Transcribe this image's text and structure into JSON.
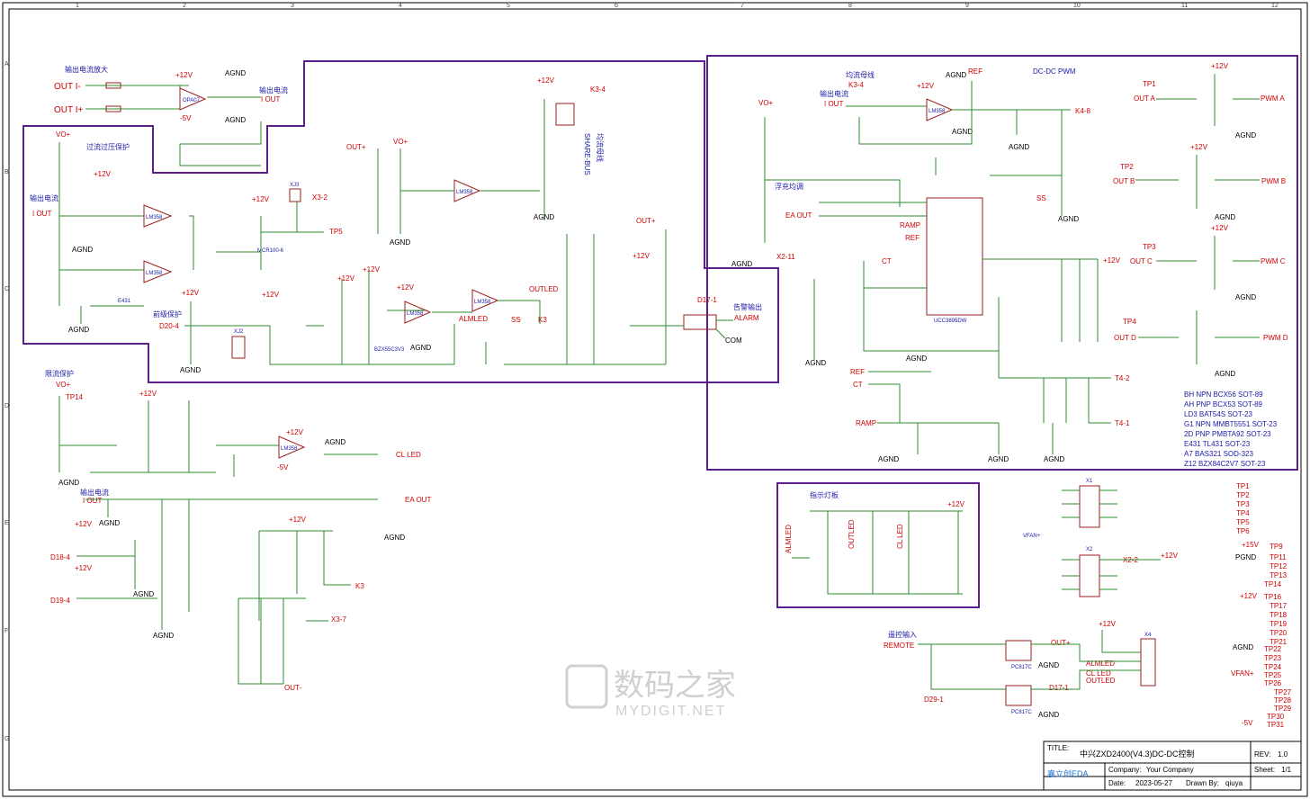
{
  "sections": {
    "output_current_amp": "输出电流放大",
    "output_current": "输出电流",
    "overcurrent_overvoltage": "过流过压保护",
    "output_current_left": "输出电流",
    "share_bus": "SHARE-BUS",
    "share_bus_cn": "均流母线",
    "float_equalize": "浮充均调",
    "dcdc_pwm": "DC-DC PWM",
    "current_bus": "均流母线",
    "output_current_r": "输出电流",
    "front_protect": "前级保护",
    "alarm_out": "告警输出",
    "limit_protect": "限流保护",
    "output_current_bottom": "输出电流",
    "indicator": "指示灯板",
    "remote_in": "遥控输入"
  },
  "nets": {
    "out_minus": "OUT I-",
    "out_plus": "OUT I+",
    "i_out": "I OUT",
    "x3_2": "X3-2",
    "tp5": "TP5",
    "out_plus_top": "OUT+",
    "vo_plus": "VO+",
    "k3_4": "K3-4",
    "k4_8": "K4-8",
    "ref": "REF",
    "ramp": "RAMP",
    "ct": "CT",
    "ss": "SS",
    "ea_out": "EA OUT",
    "x2_11": "X2-11",
    "p12v": "+12V",
    "m5v": "-5V",
    "agnd": "AGND",
    "d20_4": "D20-4",
    "d17_1": "D17-1",
    "alarm": "ALARM",
    "com": "COM",
    "outled": "OUTLED",
    "k3": "K3",
    "almled": "ALMLED",
    "tp14": "TP14",
    "cl_led": "CL LED",
    "ea_out2": "EA OUT",
    "d18_4": "D18-4",
    "d19_4": "D19-4",
    "x3_7": "X3-7",
    "out_minus_b": "OUT-",
    "t4_2": "T4-2",
    "t4_1": "T4-1",
    "remote": "REMOTE",
    "d29_1": "D29-1",
    "d17_1b": "D17-1",
    "ref2": "REF",
    "ct2": "CT",
    "ramp2": "RAMP",
    "out_a": "OUT A",
    "out_b": "OUT B",
    "out_c": "OUT C",
    "out_d": "OUT D",
    "pwm_a": "PWM A",
    "pwm_b": "PWM B",
    "pwm_c": "PWM C",
    "pwm_d": "PWM D",
    "tp1": "TP1",
    "tp2": "TP2",
    "tp3": "TP3",
    "tp4": "TP4",
    "x2_2": "X2-2",
    "pgnd": "PGND",
    "vfan": "VFAN+"
  },
  "components": {
    "ic_main": "UCC3895DW",
    "ic_opa": "OPA07",
    "lm358": "LM358",
    "tl431": "E431",
    "mcr": "MCR100-6",
    "bzx": "BZX55C3V3",
    "xj3": "XJ3",
    "xj2": "XJ2",
    "x1": "X1",
    "x2": "X2",
    "x4": "X4",
    "pc817_1": "PC817C",
    "pc817_2": "PC817C"
  },
  "legend": [
    "BH NPN BCX56 SOT-89",
    "AH PNP BCX53 SOT-89",
    "LD3 BAT54S SOT-23",
    "G1 NPN MMBT5551 SOT-23",
    "2D PNP PMBTA92 SOT-23",
    "E431 TL431 SOT-23",
    "A7 BAS321 SOD-323",
    "Z12 BZX84C2V7 SOT-23"
  ],
  "testpoints": [
    "TP1",
    "TP2",
    "TP3",
    "TP4",
    "TP5",
    "TP6",
    "TP9",
    "TP11",
    "TP12",
    "TP13",
    "TP14",
    "TP16",
    "TP17",
    "TP18",
    "TP19",
    "TP20",
    "TP21",
    "TP22",
    "TP23",
    "TP24",
    "TP25",
    "TP26",
    "TP27",
    "TP28",
    "TP29",
    "TP30",
    "TP31"
  ],
  "testpoint_nets": {
    "p15v": "+15V",
    "pgnd": "PGND",
    "p12v": "+12V",
    "agnd": "AGND",
    "vfan": "VFAN+",
    "m5v": "-5V"
  },
  "title_block": {
    "title_label": "TITLE:",
    "title": "中兴ZXD2400(V4.3)DC-DC控制",
    "rev_label": "REV:",
    "rev": "1.0",
    "brand": "嘉立创EDA",
    "company_label": "Company:",
    "company": "Your Company",
    "sheet_label": "Sheet:",
    "sheet": "1/1",
    "date_label": "Date:",
    "date": "2023-05-27",
    "drawn_label": "Drawn By:",
    "drawn": "qiuya"
  },
  "grid": {
    "cols": [
      "1",
      "2",
      "3",
      "4",
      "5",
      "6",
      "7",
      "8",
      "9",
      "10",
      "11",
      "12"
    ],
    "rows": [
      "A",
      "B",
      "C",
      "D",
      "E",
      "F",
      "G"
    ]
  },
  "watermark": {
    "cn": "数码之家",
    "en": "MYDIGIT.NET"
  }
}
